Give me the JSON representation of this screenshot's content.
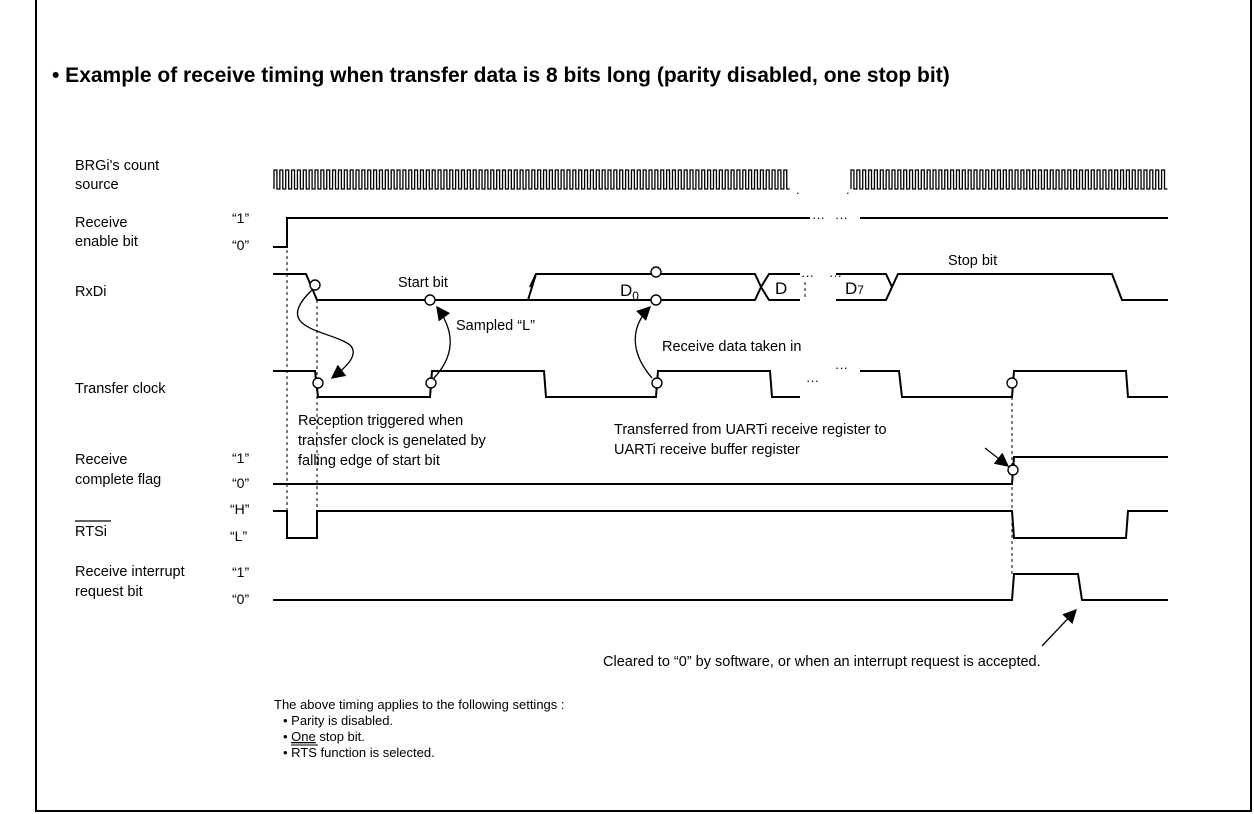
{
  "title": "• Example of receive timing when transfer data is 8 bits long (parity disabled, one stop bit)",
  "signals": {
    "brg_line1": "BRGi's count",
    "brg_line2": "source",
    "enable_line1": "Receive",
    "enable_line2": "enable bit",
    "rxd": "RxDi",
    "clock": "Transfer clock",
    "complete_line1": "Receive",
    "complete_line2": "complete flag",
    "rts": "RTSi",
    "interrupt_line1": "Receive interrupt",
    "interrupt_line2": "request bit"
  },
  "levels": {
    "enable_1": "“1”",
    "enable_0": "“0”",
    "complete_1": "“1”",
    "complete_0": "“0”",
    "rts_h": "“H”",
    "rts_l": "“L”",
    "interrupt_1": "“1”",
    "interrupt_0": "“0”"
  },
  "rxd_fields": {
    "start_bit": "Start bit",
    "d0": "D",
    "d0_sub": "0",
    "d1": "D",
    "d7": "D",
    "d7_sub": "7",
    "stop_bit": "Stop bit"
  },
  "annotations": {
    "sampled_l": "Sampled “L”",
    "receive_data": "Receive data taken in",
    "reception_line1": "Reception triggered when",
    "reception_line2": "transfer clock is genelated by",
    "reception_line3": "falling edge of start bit",
    "transferred_line1": "Transferred from UARTi receive register to",
    "transferred_line2": "UARTi receive buffer register",
    "cleared": "Cleared to “0” by software, or when an interrupt request is accepted."
  },
  "footnote": {
    "intro": "The above timing applies to the following settings :",
    "item1": "• Parity is disabled.",
    "item2_pre": "• ",
    "item2_u": "One",
    "item2_post": " stop bit.",
    "item3_pre": "• ",
    "item3_o": "RTS",
    "item3_post": " function is selected."
  }
}
